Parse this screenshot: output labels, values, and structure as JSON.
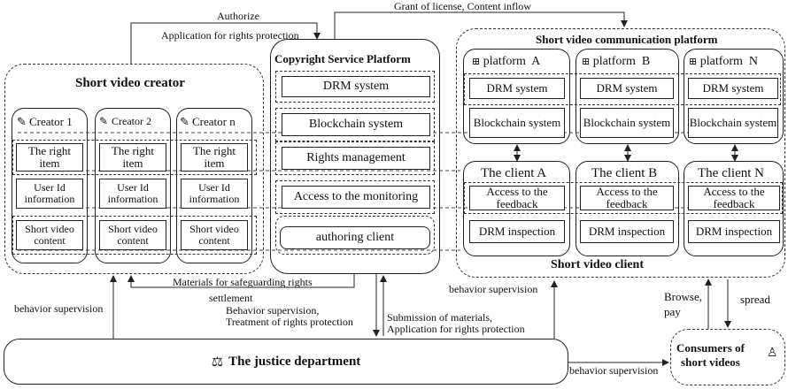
{
  "top": {
    "authorize": "Authorize",
    "application": "Application for rights protection",
    "grant": "Grant of license, Content inflow"
  },
  "creator": {
    "title": "Short video creator",
    "names": [
      "Creator 1",
      "Creator 2",
      "Creator n"
    ],
    "right_item": "The right item",
    "user_id": "User Id information",
    "content": "Short video content"
  },
  "csp": {
    "title": "Copyright Service Platform",
    "items": [
      "DRM system",
      "Blockchain system",
      "Rights management",
      "Access to the monitoring",
      "authoring client"
    ]
  },
  "svcp": {
    "title": "Short video communication platform",
    "platforms": [
      "platform  A",
      "platform  B",
      "platform  N"
    ],
    "drm": "DRM system",
    "blockchain": "Blockchain system"
  },
  "client": {
    "title": "Short video client",
    "names": [
      "The client A",
      "The client B",
      "The client N"
    ],
    "feedback": "Access to the feedback",
    "drm_inspection": "DRM inspection"
  },
  "arrows": {
    "materials": "Materials for safeguarding rights",
    "settlement": "settlement",
    "behavior_treatment": "Behavior supervision,\nTreatment of rights protection",
    "submission": "Submission of materials,\nApplication for rights protection",
    "behavior_left": "behavior supervision",
    "behavior_mid": "behavior supervision",
    "behavior_bottom": "behavior supervision",
    "browse": "Browse,\npay",
    "spread": "spread"
  },
  "justice": {
    "title": "The justice department"
  },
  "consumers": {
    "title": "Consumers of\nshort videos"
  }
}
